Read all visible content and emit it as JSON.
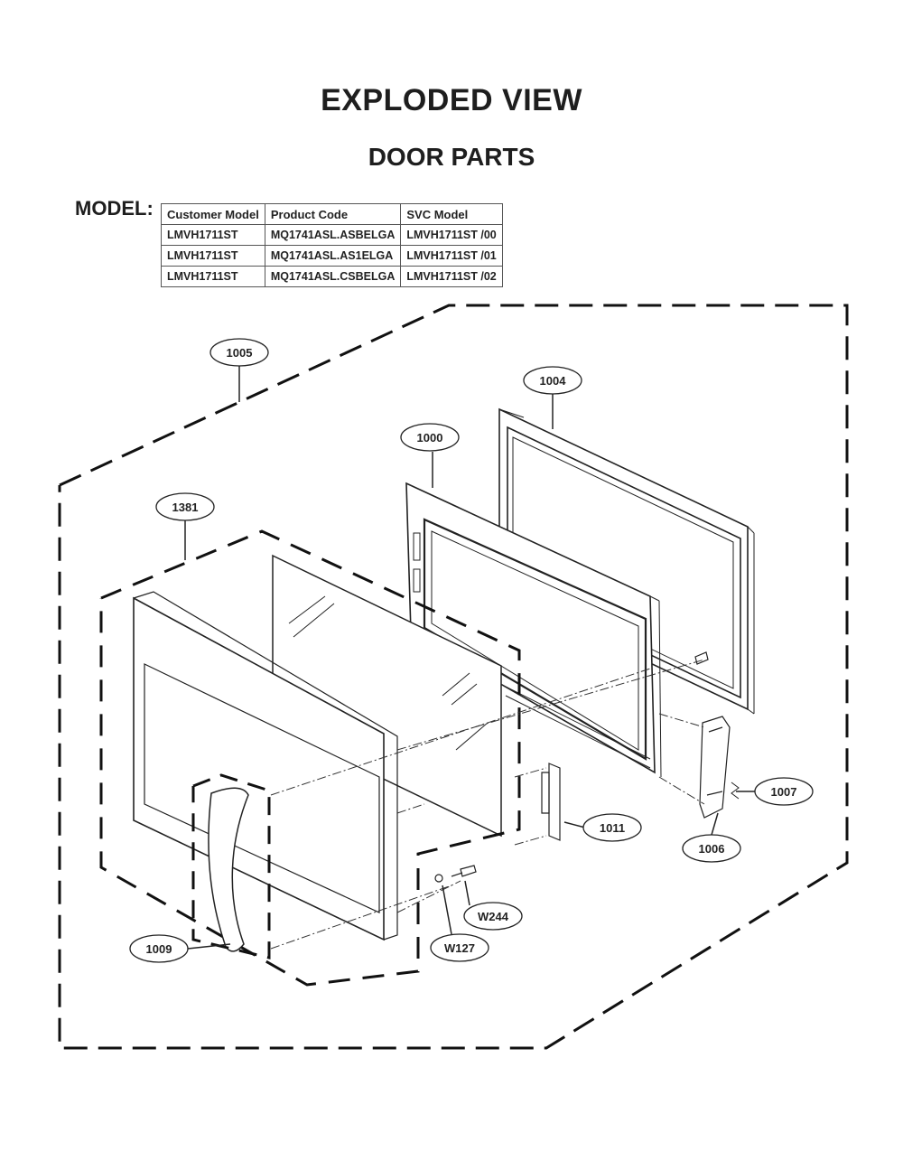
{
  "page": {
    "title": "EXPLODED VIEW",
    "subtitle": "DOOR PARTS"
  },
  "model_table": {
    "label": "MODEL:",
    "headers": [
      "Customer Model",
      "Product Code",
      "SVC Model"
    ],
    "rows": [
      [
        "LMVH1711ST",
        "MQ1741ASL.ASBELGA",
        "LMVH1711ST /00"
      ],
      [
        "LMVH1711ST",
        "MQ1741ASL.AS1ELGA",
        "LMVH1711ST /01"
      ],
      [
        "LMVH1711ST",
        "MQ1741ASL.CSBELGA",
        "LMVH1711ST /02"
      ]
    ]
  },
  "callouts": {
    "c1005": "1005",
    "c1004": "1004",
    "c1000": "1000",
    "c1381": "1381",
    "c1007": "1007",
    "c1011": "1011",
    "c1006": "1006",
    "cW244": "W244",
    "cW127": "W127",
    "c1009": "1009"
  }
}
